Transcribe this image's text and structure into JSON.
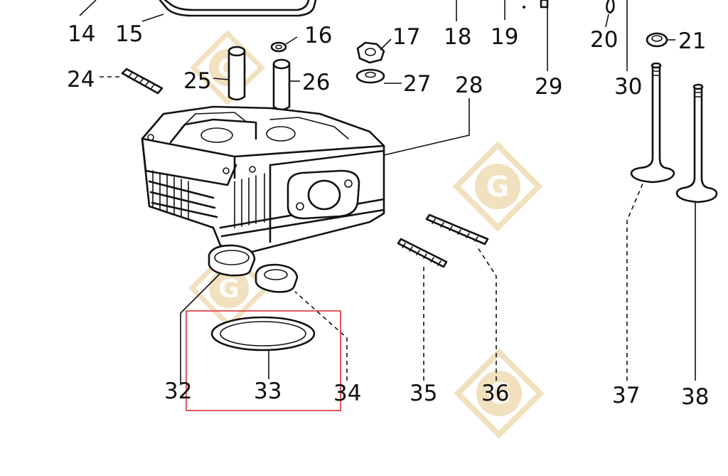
{
  "diagram": {
    "part_numbers": [
      "14",
      "15",
      "16",
      "17",
      "18",
      "19",
      "20",
      "21",
      "24",
      "25",
      "26",
      "27",
      "28",
      "29",
      "30",
      "32",
      "33",
      "34",
      "35",
      "36",
      "37",
      "38"
    ],
    "highlighted_part": "33",
    "colors": {
      "line": "#111111",
      "background": "#ffffff",
      "highlight_box": "#d9333f",
      "watermark": "#e6c88a"
    },
    "watermark_letter": "G"
  }
}
